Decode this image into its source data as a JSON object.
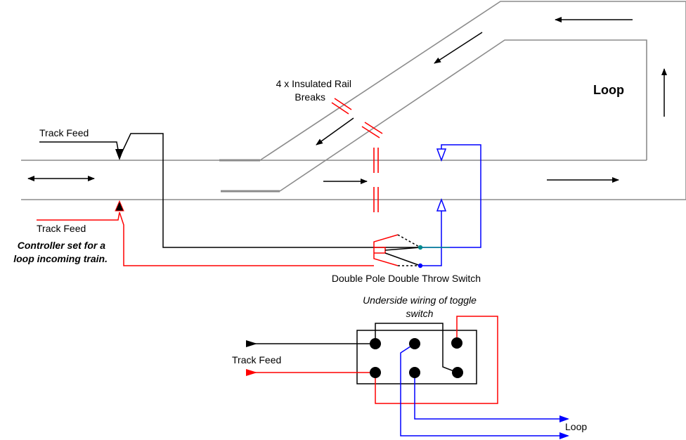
{
  "labels": {
    "rail_breaks_line1": "4 x Insulated Rail",
    "rail_breaks_line2": "Breaks",
    "loop": "Loop",
    "track_feed_top": "Track Feed",
    "track_feed_red": "Track Feed",
    "controller_line1": "Controller set for a",
    "controller_line2": "loop incoming train.",
    "dpdt_switch": "Double Pole Double Throw Switch",
    "underside_line1": "Underside wiring of toggle",
    "underside_line2": "switch",
    "track_feed_bottom": "Track Feed",
    "loop_bottom": "Loop"
  },
  "colors": {
    "track": "#8c8c8c",
    "black_wire": "#000000",
    "red_wire": "#ff0000",
    "blue_wire": "#0000ff",
    "teal_wire": "#008b8b"
  }
}
